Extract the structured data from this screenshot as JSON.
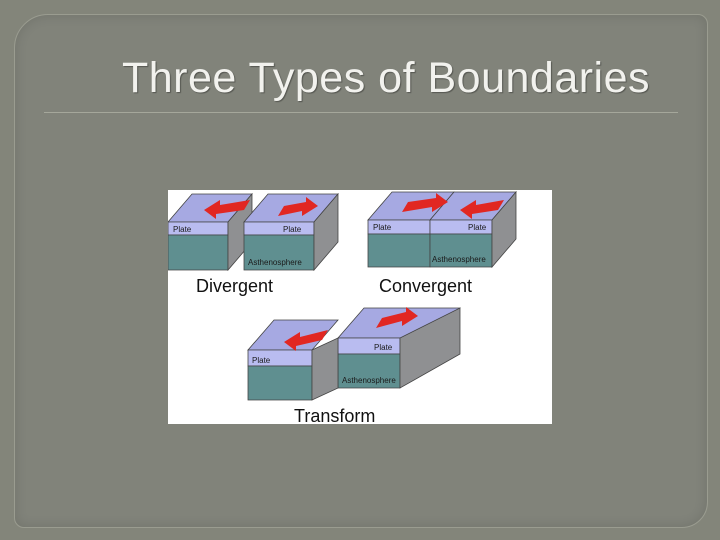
{
  "slide": {
    "title": "Three Types of Boundaries"
  },
  "diagram": {
    "panels": [
      {
        "caption": "Divergent",
        "labels": {
          "plate_left": "Plate",
          "plate_right": "Plate",
          "asthenosphere": "Asthenosphere"
        }
      },
      {
        "caption": "Convergent",
        "labels": {
          "plate_left": "Plate",
          "plate_right": "Plate",
          "asthenosphere": "Asthenosphere"
        }
      },
      {
        "caption": "Transform",
        "labels": {
          "plate_left": "Plate",
          "plate_right": "Plate",
          "asthenosphere": "Asthenosphere"
        }
      }
    ],
    "colors": {
      "plate_top": "#a6a9e2",
      "plate_front": "#b9bcf0",
      "asthenosphere": "#5f8f90",
      "asthenosphere_side": "#8f9092",
      "arrow": "#e12722",
      "outline": "#3a3a3a"
    }
  }
}
